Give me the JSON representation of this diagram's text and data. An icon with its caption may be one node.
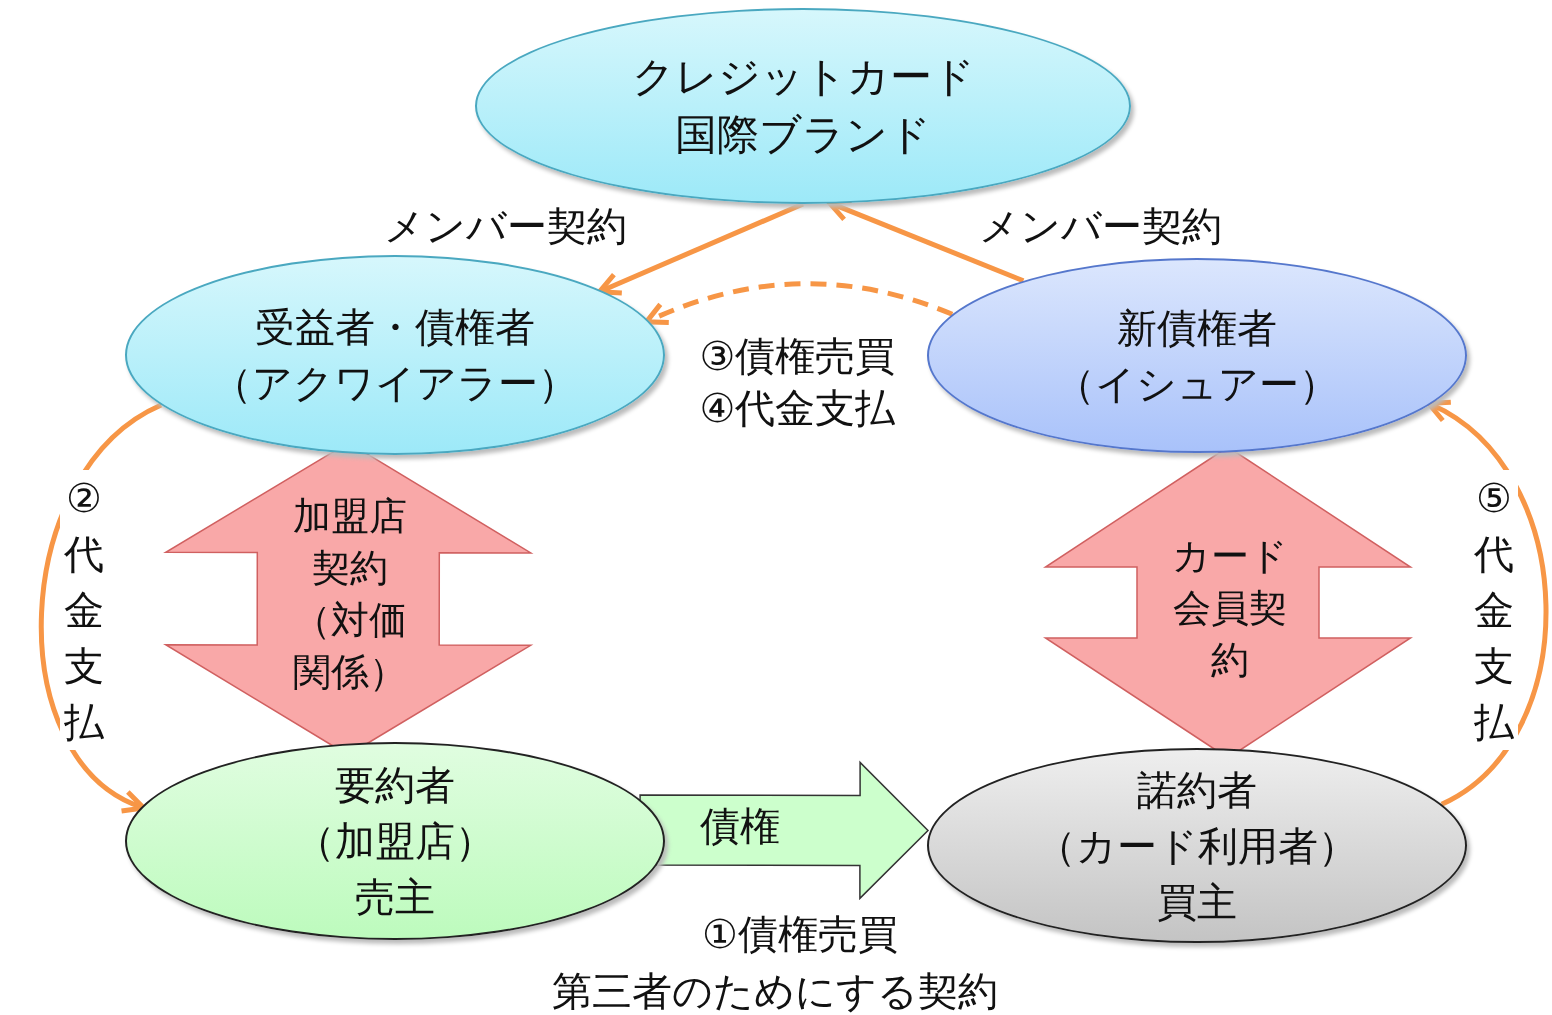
{
  "diagram": {
    "nodes": [
      {
        "text": [
          "クレジットカード国際ブランド"
        ]
      },
      {
        "text": [
          "受益者・債権者",
          "（アクワイアラー）"
        ]
      },
      {
        "text": [
          "新債権者",
          "（イシュアー）"
        ]
      },
      {
        "text": [
          "要約者",
          "（加盟店）",
          "売主"
        ]
      },
      {
        "text": [
          "諾約者",
          "（カード利用者）",
          "買主"
        ]
      }
    ],
    "edges": [
      {
        "from": 0,
        "to": 1,
        "arrow": "to",
        "label": "メンバー契約"
      },
      {
        "from": 2,
        "to": 0,
        "arrow": "to",
        "label": "メンバー契約"
      },
      {
        "from": 2,
        "to": 1,
        "arrow": "to",
        "style": "dashed",
        "label": "③債権売買 ④代金支払"
      },
      {
        "from": 1,
        "to": 3,
        "arrow": "to",
        "label": "②代金支払"
      },
      {
        "from": 4,
        "to": 2,
        "arrow": "to",
        "label": "⑤代金支払"
      },
      {
        "from": 3,
        "to": 4,
        "arrow": "to",
        "style": "thick",
        "color": "#ccffcc",
        "label": "債権"
      },
      {
        "from": 1,
        "to": 3,
        "arrow": "both",
        "style": "thick",
        "color": "#f9a8a8",
        "label": "加盟店契約（対価関係）"
      },
      {
        "from": 2,
        "to": 4,
        "arrow": "both",
        "style": "thick",
        "color": "#f9a8a8",
        "label": "カード会員契約"
      }
    ],
    "labels": [
      "①債権売買",
      "第三者のためにする契約"
    ]
  }
}
